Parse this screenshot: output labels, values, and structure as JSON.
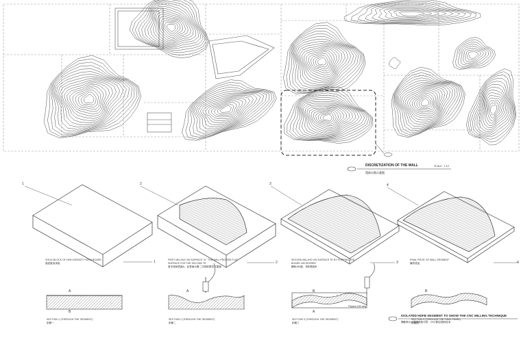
{
  "plan": {
    "title": "DISCRETIZATION OF THE WALL",
    "subtitle": "墙体分割示意图",
    "scale": "SCALE : 1:10"
  },
  "steps": [
    {
      "num": "1",
      "text": "SOLID BLOCK OF HIGH DENSITY FORM BOARD\n高密度泡沫板"
    },
    {
      "num": "2",
      "text": "FIRST MILLING ON SURFACE \"A\". THIS WILL PROVIDE FLAT SURFACE FOR THE SECOND \"B\"\n首次铣削表面A，此表面为第二次铣削提供平整面"
    },
    {
      "num": "3",
      "text": "SECOND MILLING ON SURFACE \"B\" BY FLIPPING THE BOARD 180 DEGREE\n翻转180度，铣削表面B"
    },
    {
      "num": "4",
      "text": "FINAL PIECE OF WALL SEGMENT\n最终成品"
    }
  ],
  "sections": [
    {
      "label": "SECTION 1 (THROUGH THE SEGMENT)",
      "cn": "剖面一"
    },
    {
      "label": "SECTION 2 (THROUGH THE SEGMENT)",
      "cn": "剖面二"
    },
    {
      "label": "SECTION 3 (THROUGH THE SEGMENT)",
      "cn": "剖面三"
    },
    {
      "label": "SECTION 4 (THROUGH THE FINAL PANEL)",
      "cn": "剖面四"
    }
  ],
  "section_marks": {
    "a": "A",
    "b": "B"
  },
  "flip_note": "Flipped 180 deg",
  "footer": {
    "title": "ISOLATED HDFB SEGMENT TO SHOW THE CNC MILLING TECHNIQUE",
    "subtitle": "隔断单元示意图铣削示意 - CNC数控铣削技术"
  }
}
